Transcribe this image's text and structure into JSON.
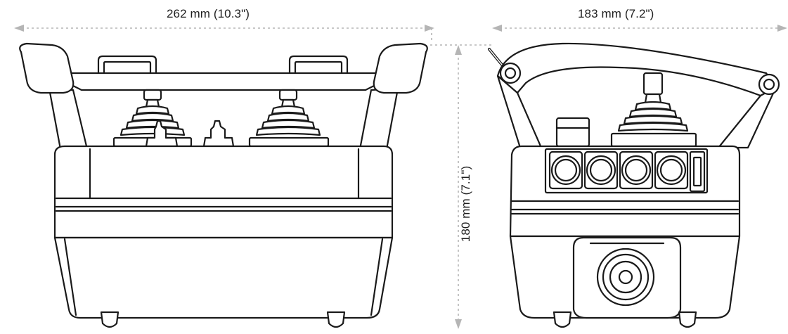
{
  "dimensions": {
    "front_width": "262 mm (10.3\")",
    "side_width": "183 mm (7.2\")",
    "height": "180 mm (7.1\")"
  },
  "colors": {
    "outline": "#1a1a1a",
    "dimension_line": "#b5b5b5",
    "label_text": "#1f1f1f",
    "background": "#ffffff"
  },
  "views": {
    "front": {
      "joysticks": 2,
      "toggle_switches": 2,
      "handles": 2
    },
    "side": {
      "push_buttons": 4,
      "joysticks": 1,
      "emergency_stop": 1
    }
  }
}
